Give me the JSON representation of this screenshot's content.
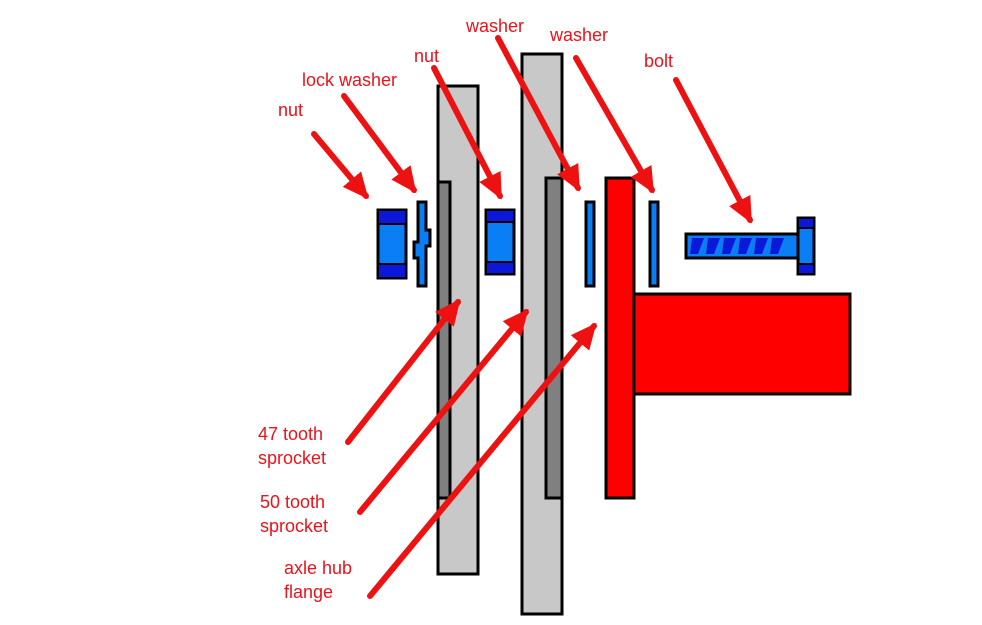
{
  "colors": {
    "label": "#e8131b",
    "arrow": "#ee1111",
    "sprocket": "#c8c8c8",
    "sprocket_hub": "#808080",
    "hardware": "#0a7ff5",
    "hardware_dark": "#0b18d9",
    "hub": "#ff0000",
    "outline": "#000000",
    "background": "#ffffff"
  },
  "labels": {
    "nut_outer": "nut",
    "lock_washer": "lock washer",
    "nut_inner": "nut",
    "washer_left": "washer",
    "washer_right": "washer",
    "bolt": "bolt",
    "sprocket_47_line1": "47 tooth",
    "sprocket_47_line2": "sprocket",
    "sprocket_50_line1": "50 tooth",
    "sprocket_50_line2": "sprocket",
    "axle_hub_line1": "axle hub",
    "axle_hub_line2": "flange"
  }
}
